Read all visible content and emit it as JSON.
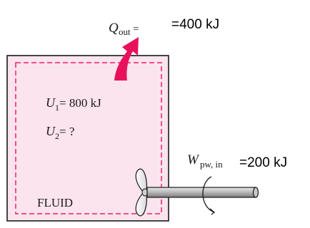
{
  "heat": {
    "symbol": "Q",
    "subscript": "out",
    "equals": " =",
    "value": "=400 kJ"
  },
  "system": {
    "label": "FLUID",
    "u1": {
      "symbol": "U",
      "subscript": "1",
      "expression": " = 800 kJ"
    },
    "u2": {
      "symbol": "U",
      "subscript": "2",
      "expression": " = ?"
    }
  },
  "work": {
    "symbol": "W",
    "subscript": "pw, in",
    "value": "=200 kJ"
  },
  "colors": {
    "tank_fill": "#fbe4ee",
    "boundary": "#ef1f6a",
    "arrow": "#e8125c",
    "shaft": "#9a9a9a"
  }
}
